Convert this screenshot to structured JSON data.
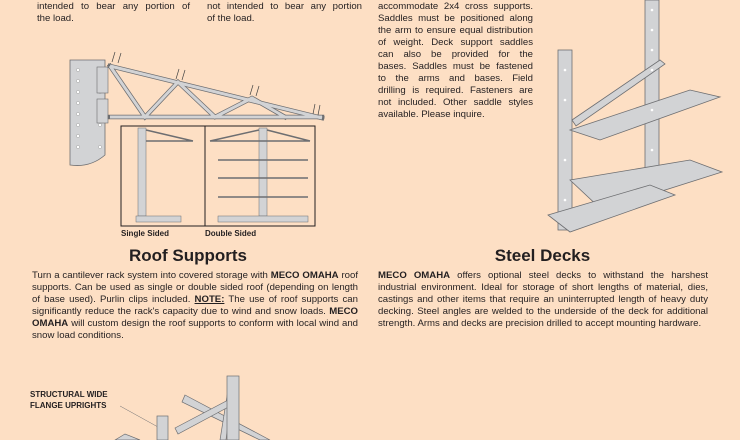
{
  "top_fragments": {
    "left": [
      "intended to bear any portion of",
      "the load."
    ],
    "middle": [
      "not intended to bear any portion",
      "of the load."
    ]
  },
  "saddles_text": [
    "accommodate 2x4 cross supports.",
    "Saddles must be positioned along",
    "the arm to ensure equal distribution",
    "of weight. Deck support saddles",
    "can also be provided for the",
    "bases. Saddles must be fastened",
    "to the arms and bases. Field",
    "drilling is required. Fasteners are",
    "not included. Other saddle styles",
    "available. Please inquire."
  ],
  "roof_diagram": {
    "single_label": "Single Sided",
    "double_label": "Double Sided"
  },
  "roof_supports": {
    "title": "Roof Supports",
    "p1": "Turn a cantilever rack system into covered storage with ",
    "brand": "MECO OMAHA",
    "p2": " roof supports. Can be used as single or double sided roof (depending on length of base used). Purlin clips included. ",
    "note": "NOTE:",
    "p3": " The use of roof supports can significantly reduce the rack's capacity due to wind and snow loads. ",
    "p4": " will custom design the roof supports to conform with local wind and snow load conditions."
  },
  "steel_decks": {
    "title": "Steel Decks",
    "brand": "MECO OMAHA",
    "p1": " offers optional steel decks to withstand the harshest industrial environment. Ideal for storage of short lengths of material, dies, castings and other items that require an uninterrupted length of heavy duty decking. Steel angles are welded to the underside of the deck for additional strength. Arms and decks are precision drilled to accept mounting hardware."
  },
  "uprights_callout": [
    "STRUCTURAL WIDE",
    "FLANGE UPRIGHTS"
  ]
}
